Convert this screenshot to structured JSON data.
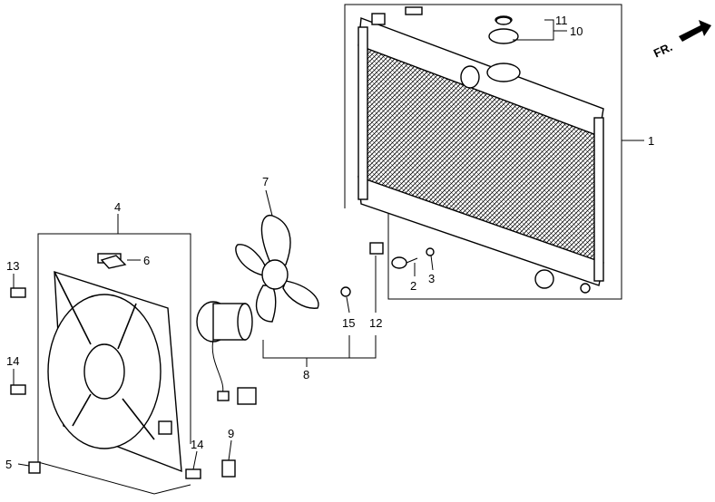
{
  "diagram": {
    "direction_marker": "FR.",
    "callouts": {
      "radiator": "1",
      "drain_plug": "2",
      "o_ring": "3",
      "shroud": "4",
      "nut": "5",
      "label": "6",
      "fan": "7",
      "fan_motor_assembly": "8",
      "bracket": "9",
      "cap_assembly": "10",
      "cap_seal": "11",
      "mount_rubber": "12",
      "bolt_13": "13",
      "bolt_14_left": "14",
      "bolt_14_bottom": "14",
      "washer": "15"
    }
  }
}
